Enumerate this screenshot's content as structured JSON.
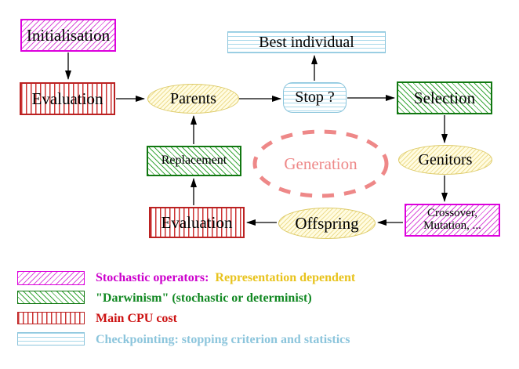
{
  "nodes": {
    "initialisation": "Initialisation",
    "evaluation_top": "Evaluation",
    "parents": "Parents",
    "best_individual": "Best individual",
    "stop": "Stop ?",
    "selection": "Selection",
    "genitors": "Genitors",
    "crossover_line1": "Crossover,",
    "crossover_line2": "Mutation, ...",
    "offspring": "Offspring",
    "evaluation_bottom": "Evaluation",
    "replacement": "Replacement",
    "generation": "Generation"
  },
  "legend": {
    "items": [
      {
        "swatch": "magenta-diagonal-hatch",
        "label": "Stochastic operators:",
        "label2": "Representation dependent"
      },
      {
        "swatch": "green-diagonal-hatch",
        "label": "\"Darwinism\" (stochastic or determinist)"
      },
      {
        "swatch": "red-vertical-stripes",
        "label": "Main CPU cost"
      },
      {
        "swatch": "cyan-horizontal-stripes",
        "label": "Checkpointing: stopping criterion and statistics"
      }
    ]
  },
  "colors": {
    "magenta": "#dd00dd",
    "green": "#118822",
    "red": "#cc1111",
    "cyan": "#8cc5dc",
    "yellow_border": "#ddca66",
    "gold_text": "#e8c31d",
    "salmon": "#ee8888"
  }
}
